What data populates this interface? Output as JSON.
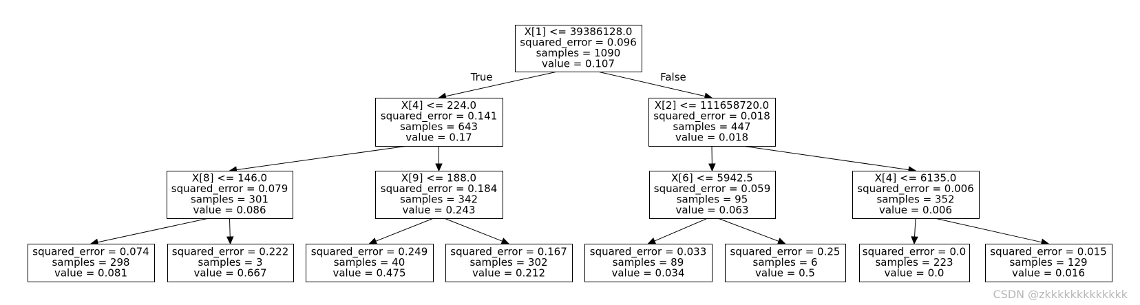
{
  "tree": {
    "nodes": [
      {
        "id": "n0",
        "lines": [
          "X[1] <= 39386128.0",
          "squared_error = 0.096",
          "samples = 1090",
          "value = 0.107"
        ]
      },
      {
        "id": "n1",
        "lines": [
          "X[4] <= 224.0",
          "squared_error = 0.141",
          "samples = 643",
          "value = 0.17"
        ]
      },
      {
        "id": "n2",
        "lines": [
          "X[2] <= 111658720.0",
          "squared_error = 0.018",
          "samples = 447",
          "value = 0.018"
        ]
      },
      {
        "id": "n3",
        "lines": [
          "X[8] <= 146.0",
          "squared_error = 0.079",
          "samples = 301",
          "value = 0.086"
        ]
      },
      {
        "id": "n4",
        "lines": [
          "X[9] <= 188.0",
          "squared_error = 0.184",
          "samples = 342",
          "value = 0.243"
        ]
      },
      {
        "id": "n5",
        "lines": [
          "X[6] <= 5942.5",
          "squared_error = 0.059",
          "samples = 95",
          "value = 0.063"
        ]
      },
      {
        "id": "n6",
        "lines": [
          "X[4] <= 6135.0",
          "squared_error = 0.006",
          "samples = 352",
          "value = 0.006"
        ]
      },
      {
        "id": "n7",
        "lines": [
          "squared_error = 0.074",
          "samples = 298",
          "value = 0.081"
        ]
      },
      {
        "id": "n8",
        "lines": [
          "squared_error = 0.222",
          "samples = 3",
          "value = 0.667"
        ]
      },
      {
        "id": "n9",
        "lines": [
          "squared_error = 0.249",
          "samples = 40",
          "value = 0.475"
        ]
      },
      {
        "id": "n10",
        "lines": [
          "squared_error = 0.167",
          "samples = 302",
          "value = 0.212"
        ]
      },
      {
        "id": "n11",
        "lines": [
          "squared_error = 0.033",
          "samples = 89",
          "value = 0.034"
        ]
      },
      {
        "id": "n12",
        "lines": [
          "squared_error = 0.25",
          "samples = 6",
          "value = 0.5"
        ]
      },
      {
        "id": "n13",
        "lines": [
          "squared_error = 0.0",
          "samples = 223",
          "value = 0.0"
        ]
      },
      {
        "id": "n14",
        "lines": [
          "squared_error = 0.015",
          "samples = 129",
          "value = 0.016"
        ]
      }
    ],
    "edges": [
      {
        "from": "n0",
        "to": "n1",
        "label": "True"
      },
      {
        "from": "n0",
        "to": "n2",
        "label": "False"
      },
      {
        "from": "n1",
        "to": "n3",
        "label": ""
      },
      {
        "from": "n1",
        "to": "n4",
        "label": ""
      },
      {
        "from": "n2",
        "to": "n5",
        "label": ""
      },
      {
        "from": "n2",
        "to": "n6",
        "label": ""
      },
      {
        "from": "n3",
        "to": "n7",
        "label": ""
      },
      {
        "from": "n3",
        "to": "n8",
        "label": ""
      },
      {
        "from": "n4",
        "to": "n9",
        "label": ""
      },
      {
        "from": "n4",
        "to": "n10",
        "label": ""
      },
      {
        "from": "n5",
        "to": "n11",
        "label": ""
      },
      {
        "from": "n5",
        "to": "n12",
        "label": ""
      },
      {
        "from": "n6",
        "to": "n13",
        "label": ""
      },
      {
        "from": "n6",
        "to": "n14",
        "label": ""
      }
    ]
  },
  "watermark": "CSDN @zkkkkkkkkkkkkk"
}
